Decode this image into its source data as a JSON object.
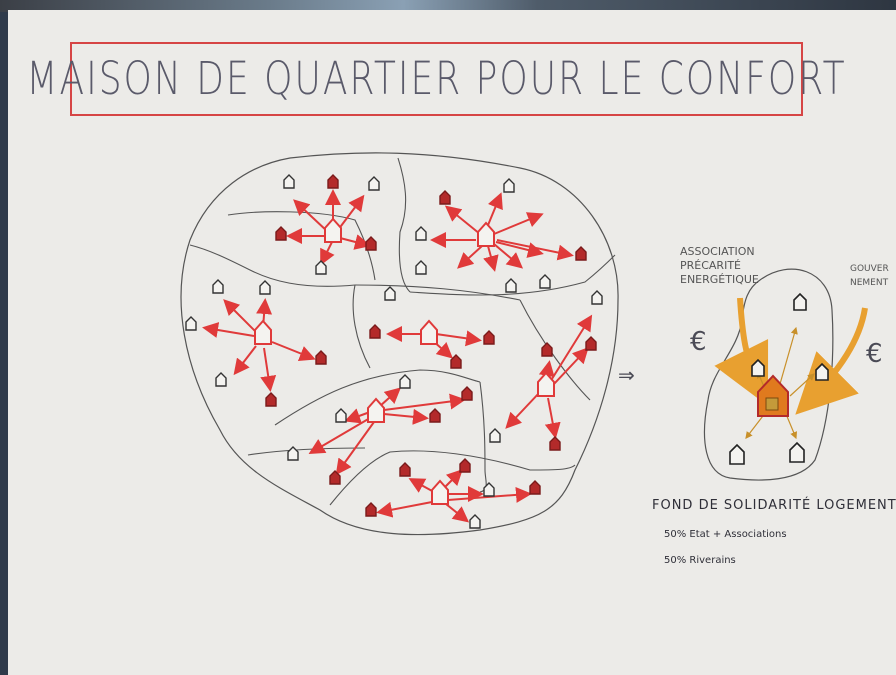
{
  "title": "MAISON DE QUARTIER POUR LE CONFORT",
  "arrow": "⇒",
  "right_diagram": {
    "association_lines": [
      "ASSOCIATION",
      "PRÉCARITÉ",
      "ENERGÉTIQUE"
    ],
    "gov_lines": [
      "GOUVER",
      "NEMENT"
    ],
    "euro_symbol": "€"
  },
  "fund": {
    "title": "FOND DE SOLIDARITÉ LOGEMENT",
    "line1": "50% Etat + Associations",
    "line2": "50% Riverains"
  },
  "colors": {
    "title_border": "#d64545",
    "arrow_red": "#e03a3a",
    "house_dark": "#333333",
    "house_red": "#b32a2a",
    "center_orange": "#e07a1e",
    "outline": "#555555",
    "paper": "#ecebe8"
  }
}
